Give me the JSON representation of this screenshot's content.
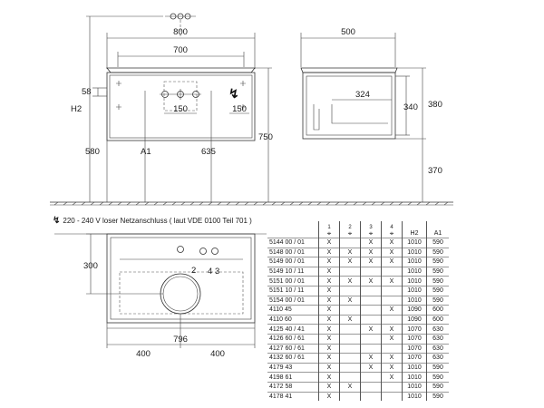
{
  "dimensions": {
    "top_width": "800",
    "inner_width": "700",
    "depth": "500",
    "h_58": "58",
    "h_150_left": "150",
    "h_150_right": "150",
    "h_580": "580",
    "label_a1": "A1",
    "h_635": "635",
    "h_750": "750",
    "label_h2": "H2",
    "side_324": "324",
    "side_340": "340",
    "side_380": "380",
    "side_370": "370",
    "plan_300": "300",
    "plan_796": "796",
    "plan_400_left": "400",
    "plan_400_right": "400",
    "plan_2": "2",
    "plan_4": "4",
    "plan_3": "3"
  },
  "note": {
    "bolt_glyph": "↯",
    "text": "220 - 240 V loser Netzanschluss ( laut VDE 0100 Teil 701 )"
  },
  "table": {
    "headers": {
      "c1": "1",
      "c2": "2",
      "c3": "3",
      "c4": "4",
      "h2": "H2",
      "a1": "A1"
    },
    "tap_glyph": "⌖",
    "rows": [
      {
        "code": "5144 00 / 01",
        "c1": "X",
        "c2": "",
        "c3": "X",
        "c4": "X",
        "h2": "1010",
        "a1": "590"
      },
      {
        "code": "5148 00 / 01",
        "c1": "X",
        "c2": "X",
        "c3": "X",
        "c4": "X",
        "h2": "1010",
        "a1": "590"
      },
      {
        "code": "5149 00 / 01",
        "c1": "X",
        "c2": "X",
        "c3": "X",
        "c4": "X",
        "h2": "1010",
        "a1": "590"
      },
      {
        "code": "5149 10 / 11",
        "c1": "X",
        "c2": "",
        "c3": "",
        "c4": "",
        "h2": "1010",
        "a1": "590"
      },
      {
        "code": "5151 00 / 01",
        "c1": "X",
        "c2": "X",
        "c3": "X",
        "c4": "X",
        "h2": "1010",
        "a1": "590"
      },
      {
        "code": "5151 10 / 11",
        "c1": "X",
        "c2": "",
        "c3": "",
        "c4": "",
        "h2": "1010",
        "a1": "590"
      },
      {
        "code": "5154 00 / 01",
        "c1": "X",
        "c2": "X",
        "c3": "",
        "c4": "",
        "h2": "1010",
        "a1": "590"
      },
      {
        "code": "4110 45",
        "c1": "X",
        "c2": "",
        "c3": "",
        "c4": "X",
        "h2": "1090",
        "a1": "600"
      },
      {
        "code": "4110 60",
        "c1": "X",
        "c2": "X",
        "c3": "",
        "c4": "",
        "h2": "1090",
        "a1": "600"
      },
      {
        "code": "4125 40 / 41",
        "c1": "X",
        "c2": "",
        "c3": "X",
        "c4": "X",
        "h2": "1070",
        "a1": "630"
      },
      {
        "code": "4126 60 / 61",
        "c1": "X",
        "c2": "",
        "c3": "",
        "c4": "X",
        "h2": "1070",
        "a1": "630"
      },
      {
        "code": "4127 60 / 61",
        "c1": "X",
        "c2": "",
        "c3": "",
        "c4": "",
        "h2": "1070",
        "a1": "630"
      },
      {
        "code": "4132 60 / 61",
        "c1": "X",
        "c2": "",
        "c3": "X",
        "c4": "X",
        "h2": "1070",
        "a1": "630"
      },
      {
        "code": "4179 43",
        "c1": "X",
        "c2": "",
        "c3": "X",
        "c4": "X",
        "h2": "1010",
        "a1": "590"
      },
      {
        "code": "4198 61",
        "c1": "X",
        "c2": "",
        "c3": "",
        "c4": "X",
        "h2": "1010",
        "a1": "590"
      },
      {
        "code": "4172 58",
        "c1": "X",
        "c2": "X",
        "c3": "",
        "c4": "",
        "h2": "1010",
        "a1": "590"
      },
      {
        "code": "4178 41",
        "c1": "X",
        "c2": "",
        "c3": "",
        "c4": "",
        "h2": "1010",
        "a1": "590"
      }
    ]
  }
}
